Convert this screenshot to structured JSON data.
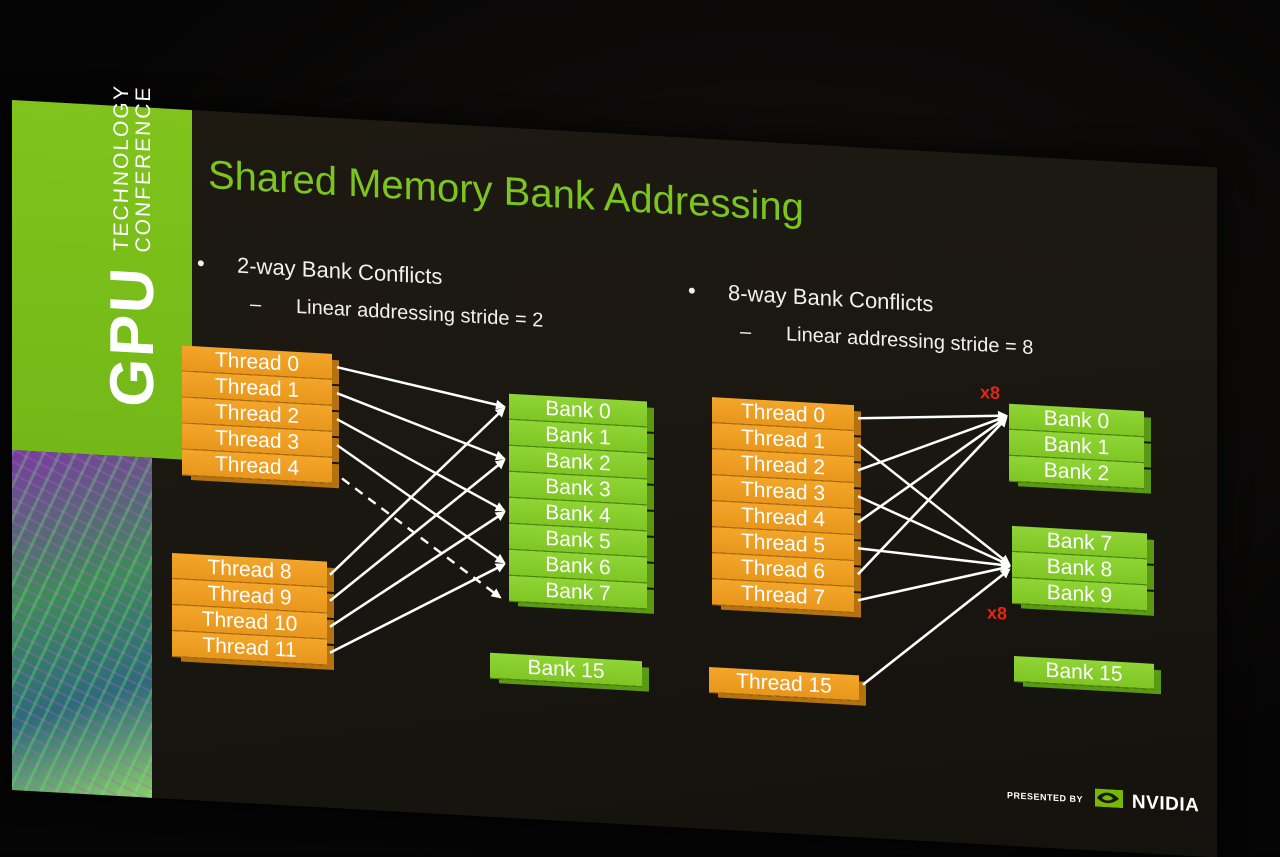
{
  "sidebar": {
    "gpu": "GPU",
    "line1": "TECHNOLOGY",
    "line2": "CONFERENCE"
  },
  "slide": {
    "title": "Shared Memory Bank Addressing",
    "left": {
      "bullet": "2-way Bank Conflicts",
      "sub": "Linear addressing stride = 2",
      "threads_top": [
        "Thread 0",
        "Thread 1",
        "Thread 2",
        "Thread 3",
        "Thread 4"
      ],
      "threads_bottom": [
        "Thread 8",
        "Thread 9",
        "Thread 10",
        "Thread 11"
      ],
      "banks": [
        "Bank 0",
        "Bank 1",
        "Bank 2",
        "Bank 3",
        "Bank 4",
        "Bank 5",
        "Bank 6",
        "Bank 7"
      ],
      "bank_last": "Bank 15"
    },
    "right": {
      "bullet": "8-way Bank Conflicts",
      "sub": "Linear addressing stride = 8",
      "threads": [
        "Thread 0",
        "Thread 1",
        "Thread 2",
        "Thread 3",
        "Thread 4",
        "Thread 5",
        "Thread 6",
        "Thread 7"
      ],
      "thread_last": "Thread 15",
      "banks_top": [
        "Bank 0",
        "Bank 1",
        "Bank 2"
      ],
      "banks_mid": [
        "Bank 7",
        "Bank 8",
        "Bank 9"
      ],
      "bank_last": "Bank 15",
      "mult_top": "x8",
      "mult_bottom": "x8"
    },
    "footer": {
      "presented_by": "PRESENTED BY",
      "brand": "NVIDIA"
    }
  },
  "colors": {
    "thread": "#F0A020",
    "bank": "#84CA2A",
    "title": "#7CC41E",
    "sidebar": "#76B900",
    "arrow": "#FFFFFF",
    "multiplier": "#E42515"
  },
  "icons": [
    "nvidia-eye-logo"
  ]
}
